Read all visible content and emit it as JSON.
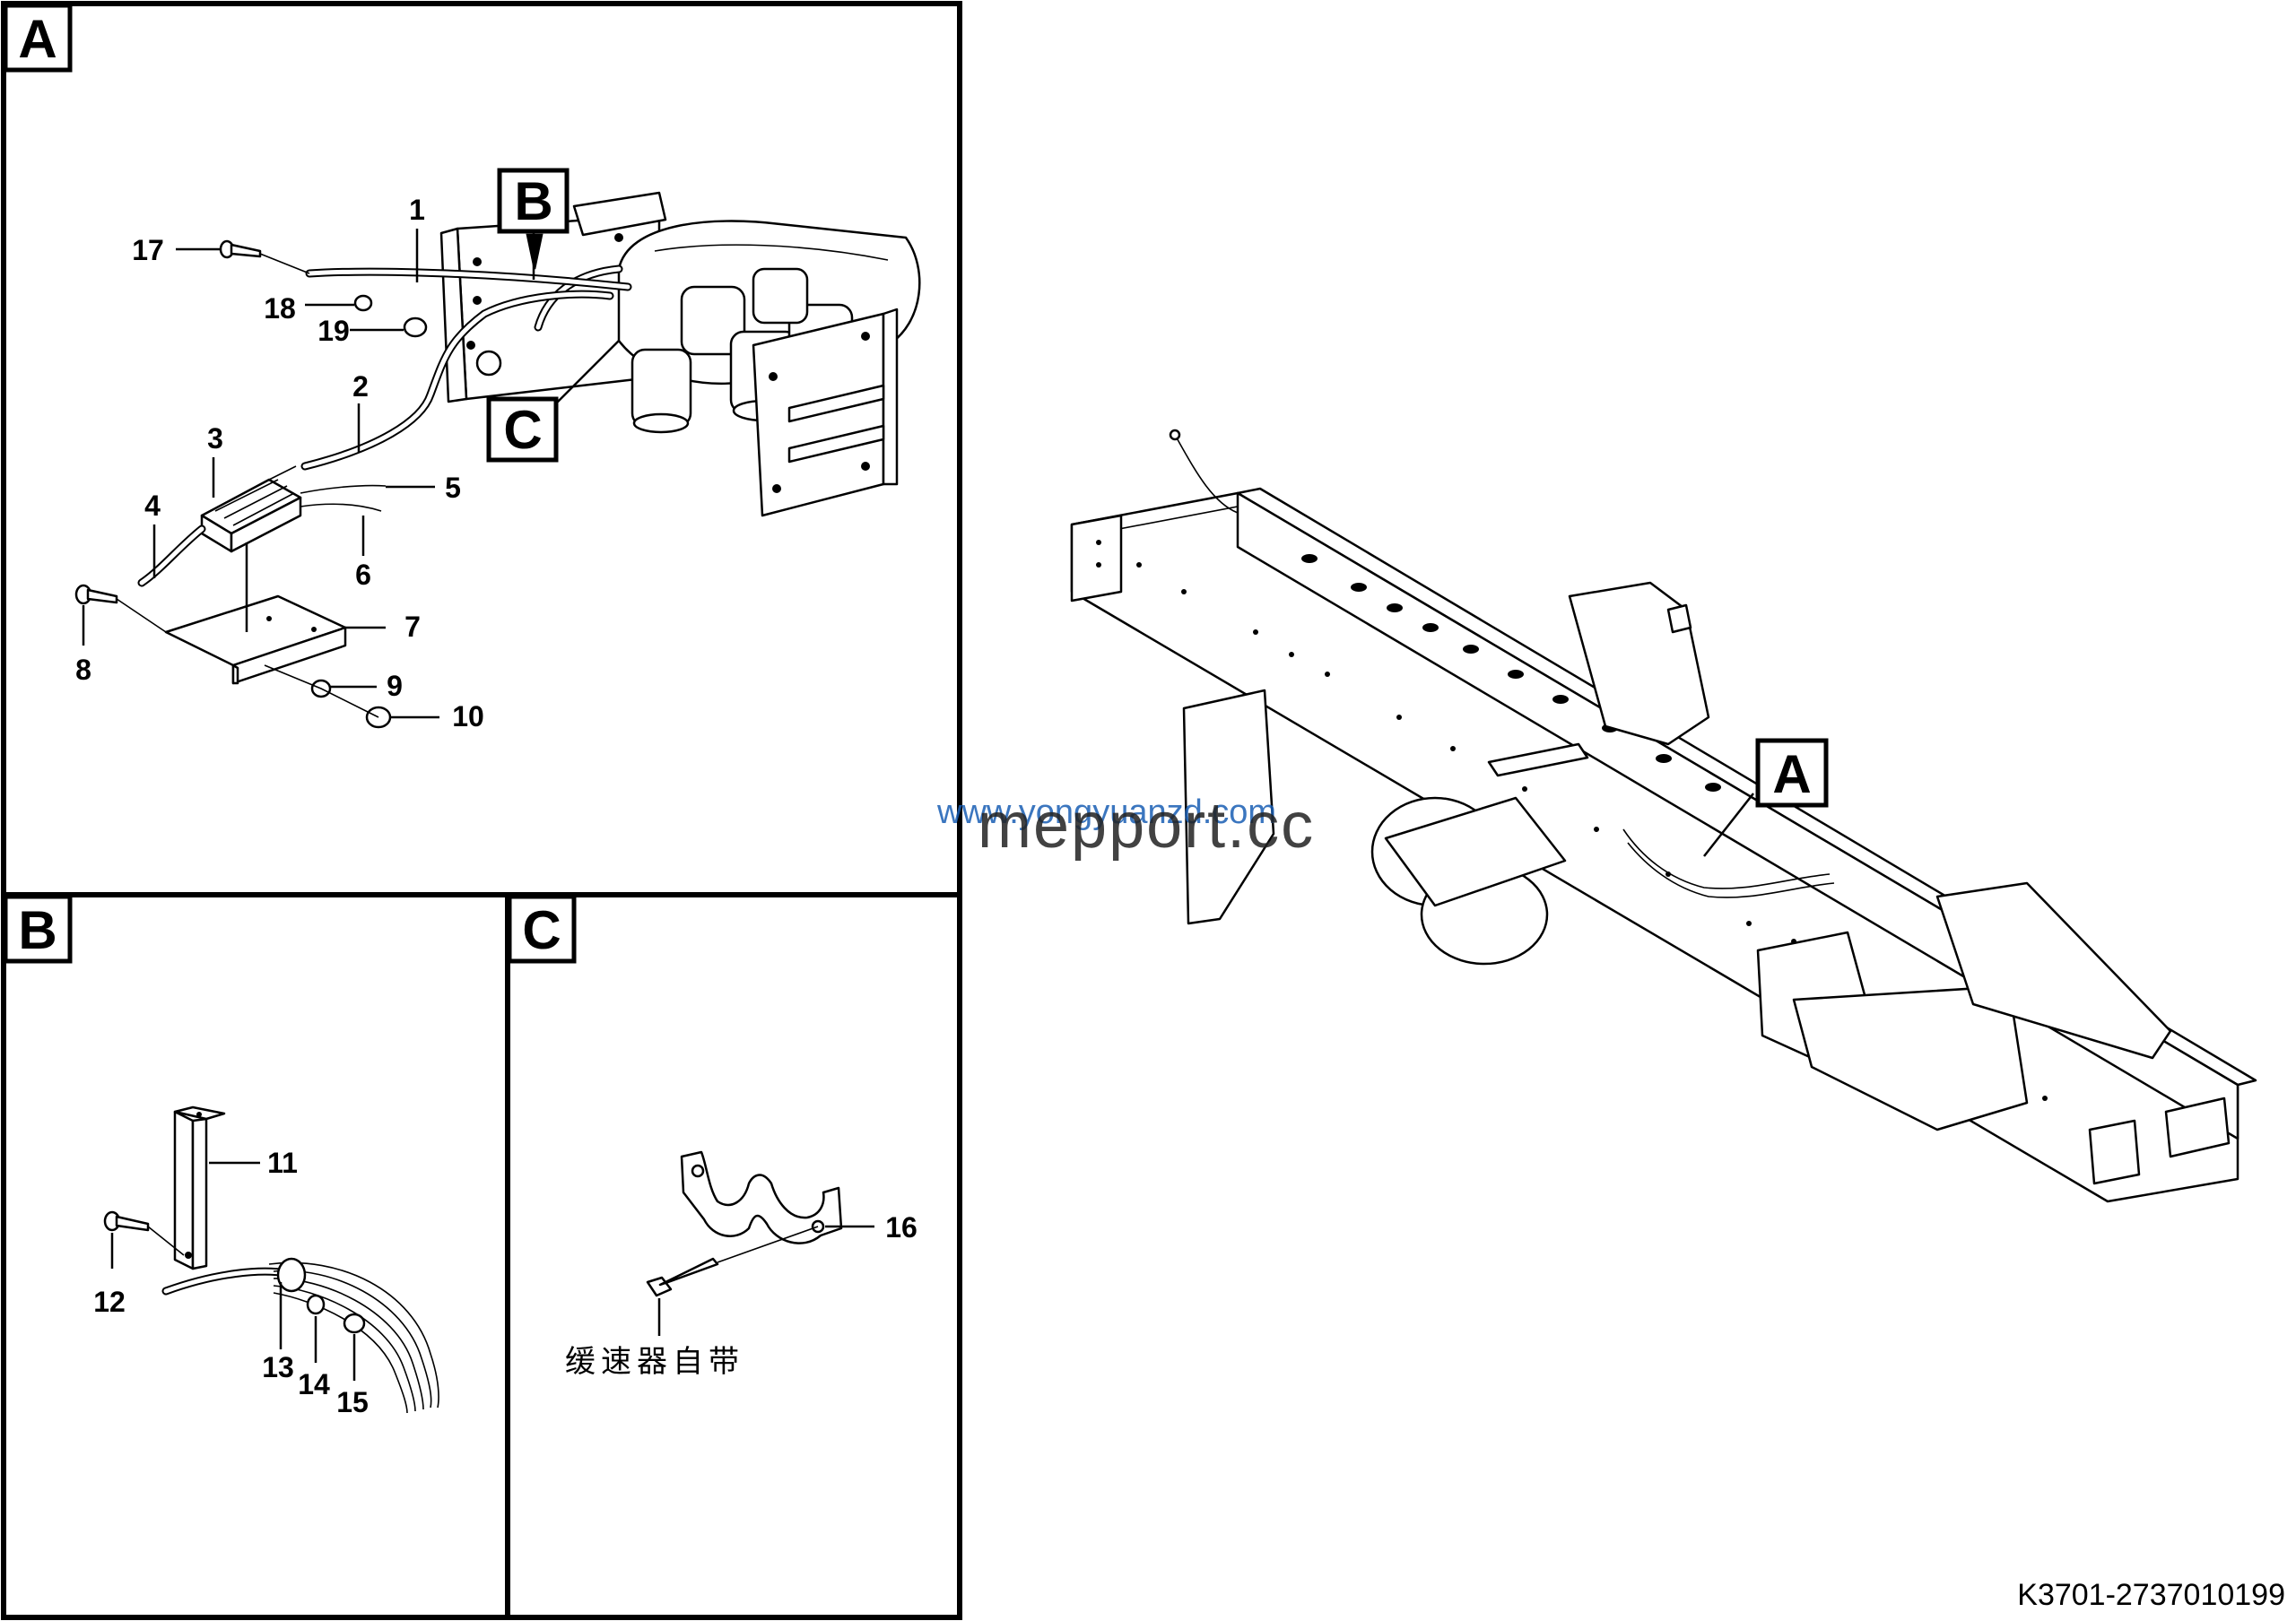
{
  "panels": {
    "a": {
      "tag": "A"
    },
    "b": {
      "tag": "B"
    },
    "c": {
      "tag": "C"
    }
  },
  "callouts": {
    "b": "B",
    "c": "C",
    "a_main": "A"
  },
  "part_numbers": {
    "p1": "1",
    "p2": "2",
    "p3": "3",
    "p4": "4",
    "p5": "5",
    "p6": "6",
    "p7": "7",
    "p8": "8",
    "p9": "9",
    "p10": "10",
    "p11": "11",
    "p12": "12",
    "p13": "13",
    "p14": "14",
    "p15": "15",
    "p16": "16",
    "p17": "17",
    "p18": "18",
    "p19": "19"
  },
  "note_c": "缓速器自带",
  "watermark": {
    "url": "www.yongyuanzd.com",
    "brand": "mepport.cc"
  },
  "drawing_code": "K3701-2737010199"
}
